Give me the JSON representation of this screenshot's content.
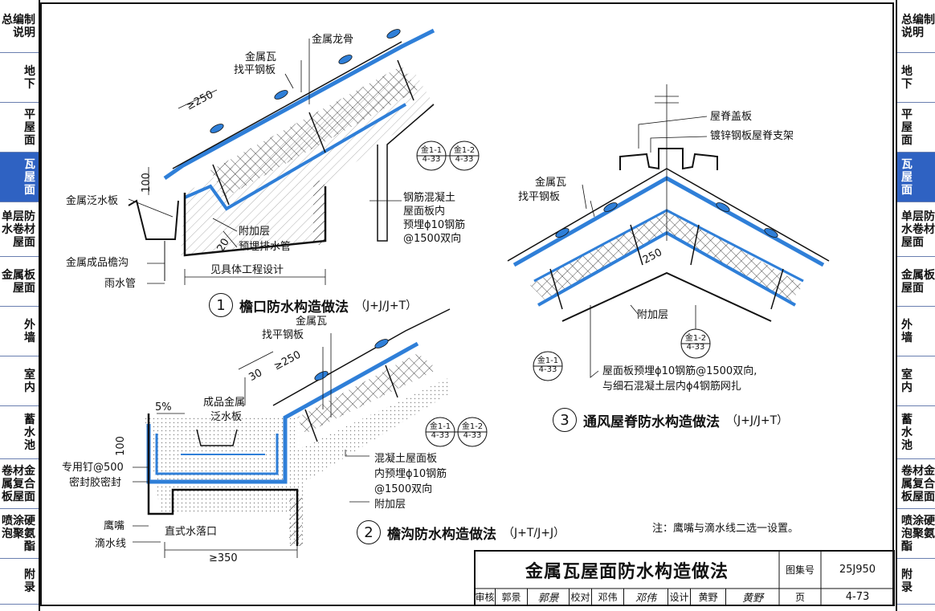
{
  "left_tabs": [
    {
      "label": "总编制\n说明",
      "active": false
    },
    {
      "label": "地\n下",
      "active": false
    },
    {
      "label": "平\n屋\n面",
      "active": false
    },
    {
      "label": "瓦\n屋\n面",
      "active": true
    },
    {
      "label": "单层防\n水卷材\n屋面",
      "active": false
    },
    {
      "label": "金属板\n屋面",
      "active": false
    },
    {
      "label": "外\n墙",
      "active": false
    },
    {
      "label": "室\n内",
      "active": false
    },
    {
      "label": "蓄\n水\n池",
      "active": false
    },
    {
      "label": "卷材金\n属复合\n板屋面",
      "active": false
    },
    {
      "label": "喷涂硬\n泡聚氨\n酯",
      "active": false
    },
    {
      "label": "附\n录",
      "active": false
    }
  ],
  "right_tabs": [
    {
      "label": "总编制\n说明",
      "active": false
    },
    {
      "label": "地\n下",
      "active": false
    },
    {
      "label": "平\n屋\n面",
      "active": false
    },
    {
      "label": "瓦\n屋\n面",
      "active": true
    },
    {
      "label": "单层防\n水卷材\n屋面",
      "active": false
    },
    {
      "label": "金属板\n屋面",
      "active": false
    },
    {
      "label": "外\n墙",
      "active": false
    },
    {
      "label": "室\n内",
      "active": false
    },
    {
      "label": "蓄\n水\n池",
      "active": false
    },
    {
      "label": "卷材金\n属复合\n板屋面",
      "active": false
    },
    {
      "label": "喷涂硬\n泡聚氨\n酯",
      "active": false
    },
    {
      "label": "附\n录",
      "active": false
    }
  ],
  "detail1": {
    "labels": {
      "keel": "金属龙骨",
      "tile": "金属瓦",
      "level": "找平钢板",
      "dim250": "≥250",
      "dim100": "100",
      "flashing": "金属泛水板",
      "rebar1": "钢筋混凝土",
      "rebar2": "屋面板内",
      "rebar3": "预埋ϕ10钢筋",
      "rebar4": "@1500双向",
      "extra": "附加层",
      "drainpipe": "预埋排水管",
      "dim20": "20",
      "gutter": "金属成品檐沟",
      "downpipe": "雨水管",
      "design": "见具体工程设计"
    },
    "refs": [
      {
        "top": "金1-1",
        "bottom": "4-33"
      },
      {
        "top": "金1-2",
        "bottom": "4-33"
      }
    ],
    "caption": {
      "num": "1",
      "title": "檐口防水构造做法",
      "code": "（J+J/J+T）"
    }
  },
  "detail2": {
    "labels": {
      "tile": "金属瓦",
      "level": "找平钢板",
      "dim250": "≥250",
      "dim30": "30",
      "slope": "5%",
      "flash1": "成品金属",
      "flash2": "泛水板",
      "dim100": "100",
      "nail": "专用钉@500",
      "sealant": "密封胶密封",
      "eagle": "鹰嘴",
      "drip": "滴水线",
      "outlet": "直式水落口",
      "dim350": "≥350",
      "conc1": "混凝土屋面板",
      "conc2": "内预埋ϕ10钢筋",
      "conc3": "@1500双向",
      "extra": "附加层"
    },
    "refs": [
      {
        "top": "金1-1",
        "bottom": "4-33"
      },
      {
        "top": "金1-2",
        "bottom": "4-33"
      }
    ],
    "caption": {
      "num": "2",
      "title": "檐沟防水构造做法",
      "code": "（J+T/J+J）"
    }
  },
  "detail3": {
    "labels": {
      "cap": "屋脊盖板",
      "bracket": "镀锌钢板屋脊支架",
      "tile": "金属瓦",
      "level": "找平钢板",
      "dim250": "250",
      "extra": "附加层",
      "rebar1": "屋面板预埋ϕ10钢筋@1500双向,",
      "rebar2": "与细石混凝土层内ϕ4钢筋网扎"
    },
    "refs": [
      {
        "top": "金1-2",
        "bottom": "4-33"
      },
      {
        "top": "金1-1",
        "bottom": "4-33"
      }
    ],
    "caption": {
      "num": "3",
      "title": "通风屋脊防水构造做法",
      "code": "（J+J/J+T）"
    }
  },
  "note": "注：鹰嘴与滴水线二选一设置。",
  "titleblock": {
    "title": "金属瓦屋面防水构造做法",
    "atlas_label": "图集号",
    "atlas_no": "25J950",
    "page_label": "页",
    "page_no": "4-73",
    "review_label": "审核",
    "reviewer": "郭景",
    "check_label": "校对",
    "checker": "邓伟",
    "design_label": "设计",
    "designer": "黄野",
    "sig1": "郭景",
    "sig2": "邓伟",
    "sig3": "黄野"
  },
  "colors": {
    "membrane": "#2f7fd8",
    "active_tab": "#2f62c2",
    "ink": "#111111"
  }
}
